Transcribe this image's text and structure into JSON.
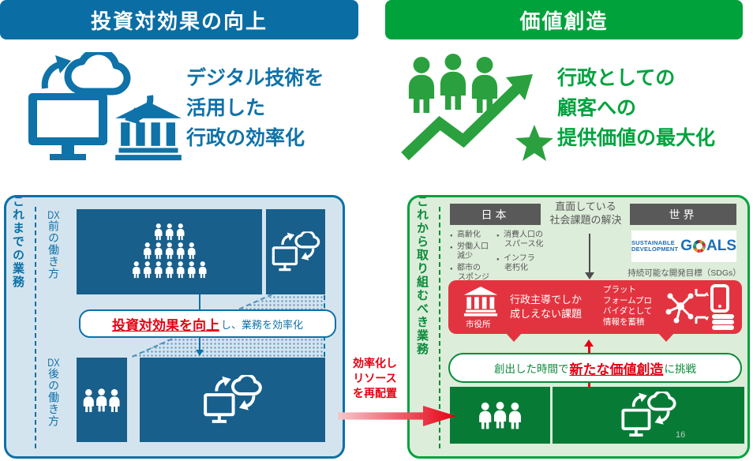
{
  "slide": {
    "page_number": "16"
  },
  "colors": {
    "blue": "#0d72a8",
    "blue_dark": "#185f8b",
    "blue_bg": "#d4e4ef",
    "green": "#00a33e",
    "green_dark": "#077b36",
    "green_bg": "#dcedd9",
    "red_accent": "#e60012",
    "red_box": "#e23440",
    "gray": "#595959"
  },
  "left": {
    "banner": "投資対効果の向上",
    "lead": {
      "line1": "デジタル技術を",
      "line2": "活用した",
      "line3": "行政の効率化"
    },
    "panel_label": "これまでの業務",
    "before_dx": "DX",
    "before_rest": "前の働き方",
    "after_dx": "DX",
    "after_rest": "後の働き方",
    "callout": {
      "em": "投資対効果を向上",
      "rest": "し、業務を効率化"
    }
  },
  "transfer": {
    "line1": "効率化し",
    "line2": "リソース",
    "line3": "を再配置"
  },
  "right": {
    "banner": "価値創造",
    "lead": {
      "line1": "行政としての",
      "line2": "顧客への",
      "line3": "提供価値の最大化"
    },
    "panel_label": "これから取り組むべき業務",
    "japan_label": "日本",
    "world_label": "世界",
    "heading": {
      "line1": "直面している",
      "line2": "社会課題の解決"
    },
    "bullets": {
      "b1": "高齢化",
      "b2": "労働人口減少",
      "b3a": "都市の",
      "b3b": "スポンジ化",
      "b4a": "消費人口の",
      "b4b": "スパース化",
      "b5a": "インフラ",
      "b5b": "老朽化"
    },
    "sdgs": {
      "word1": "SUSTAINABLE",
      "word2": "DEVELOPMENT",
      "goals_g": "G",
      "goals_rest": "ALS",
      "caption": "持続可能な開発目標（SDGs）"
    },
    "issue_box": {
      "bank_label": "市役所",
      "left_line1": "行政主導でしか",
      "left_line2": "成しえない課題",
      "right_line1": "プラット",
      "right_line2": "フォームプロ",
      "right_line3": "バイダとして",
      "right_line4": "情報を蓄積"
    },
    "challenge": {
      "pre": "創出した時間で",
      "em": "新たな価値創造",
      "post": "に挑戦"
    }
  }
}
